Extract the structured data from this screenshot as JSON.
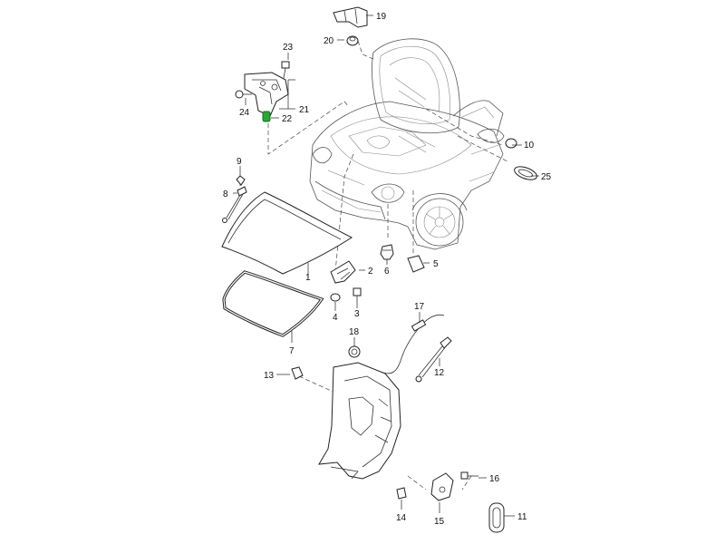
{
  "diagram": {
    "labels": {
      "p1": "1",
      "p2": "2",
      "p3": "3",
      "p4": "4",
      "p5": "5",
      "p6": "6",
      "p7": "7",
      "p8": "8",
      "p9": "9",
      "p10": "10",
      "p11": "11",
      "p12": "12",
      "p13": "13",
      "p14": "14",
      "p15": "15",
      "p16": "16",
      "p17": "17",
      "p18": "18",
      "p19": "19",
      "p20": "20",
      "p21": "21",
      "p22": "22",
      "p23": "23",
      "p24": "24",
      "p25": "25"
    },
    "highlight_color": "#22aa33"
  }
}
